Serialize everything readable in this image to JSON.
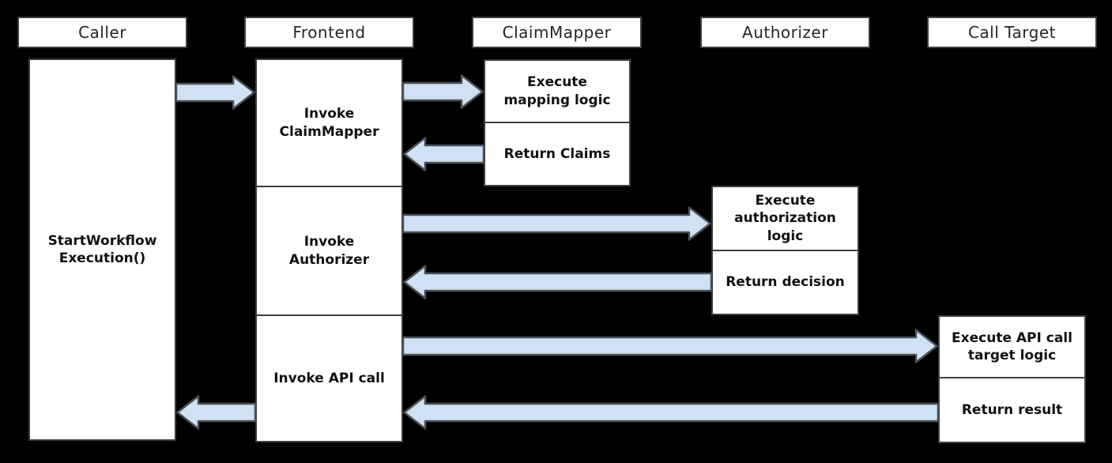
{
  "lanes": {
    "caller": "Caller",
    "frontend": "Frontend",
    "claimmapper": "ClaimMapper",
    "authorizer": "Authorizer",
    "call_target": "Call Target"
  },
  "nodes": {
    "caller_exec": {
      "label": "StartWorkflow\nExecution()"
    },
    "invoke_claimmapper": {
      "label": "Invoke\nClaimMapper"
    },
    "invoke_authorizer": {
      "label": "Invoke\nAuthorizer"
    },
    "invoke_api_call": {
      "label": "Invoke API call"
    },
    "execute_mapping": {
      "label": "Execute\nmapping logic"
    },
    "return_claims": {
      "label": "Return Claims"
    },
    "execute_authorization": {
      "label": "Execute\nauthorization\nlogic"
    },
    "return_decision": {
      "label": "Return decision"
    },
    "execute_api_target": {
      "label": "Execute API call\ntarget logic"
    },
    "return_result": {
      "label": "Return result"
    }
  },
  "arrows": [
    {
      "id": "caller-to-frontend",
      "from": "Caller",
      "to": "Frontend"
    },
    {
      "id": "frontend-to-claimmapper",
      "from": "Frontend",
      "to": "ClaimMapper"
    },
    {
      "id": "claimmapper-to-frontend",
      "from": "ClaimMapper",
      "to": "Frontend"
    },
    {
      "id": "frontend-to-authorizer",
      "from": "Frontend",
      "to": "Authorizer"
    },
    {
      "id": "authorizer-to-frontend",
      "from": "Authorizer",
      "to": "Frontend"
    },
    {
      "id": "frontend-to-calltarget",
      "from": "Frontend",
      "to": "Call Target"
    },
    {
      "id": "calltarget-to-frontend",
      "from": "Call Target",
      "to": "Frontend"
    },
    {
      "id": "frontend-to-caller",
      "from": "Frontend",
      "to": "Caller"
    }
  ],
  "colors": {
    "background": "#000000",
    "box_fill": "#ffffff",
    "box_border": "#3e3e3e",
    "arrow_fill": "#cfe2f3",
    "arrow_stroke": "#495057",
    "text": "#111111"
  }
}
